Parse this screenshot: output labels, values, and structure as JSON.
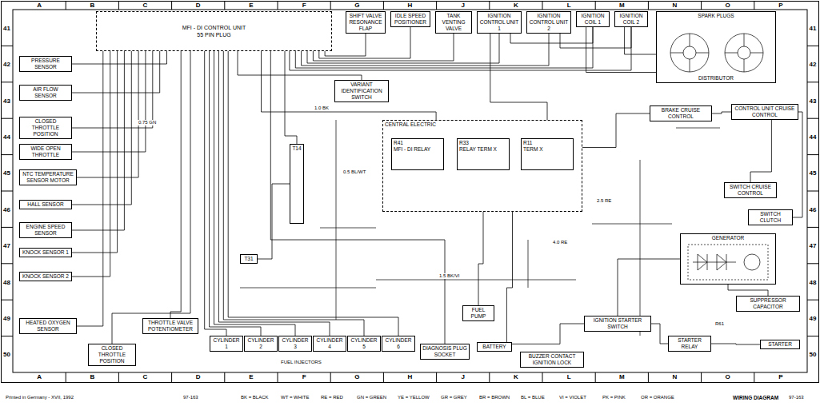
{
  "diagram": {
    "title": "WIRING DIAGRAM",
    "nodes": [
      {
        "text": [
          "MFI - DI CONTROL UNIT",
          "55 PIN PLUG"
        ]
      },
      {
        "text": [
          "PRESSURE SENSOR"
        ]
      },
      {
        "text": [
          "AIR FLOW SENSOR"
        ]
      },
      {
        "text": [
          "CLOSED THROTTLE POSITION"
        ]
      },
      {
        "text": [
          "WIDE OPEN THROTTLE"
        ]
      },
      {
        "text": [
          "NTC TEMPERATURE SENSOR MOTOR"
        ]
      },
      {
        "text": [
          "HALL SENSOR"
        ]
      },
      {
        "text": [
          "ENGINE SPEED SENSOR"
        ]
      },
      {
        "text": [
          "KNOCK SENSOR 1"
        ]
      },
      {
        "text": [
          "KNOCK SENSOR 2"
        ]
      },
      {
        "text": [
          "HEATED OXYGEN SENSOR"
        ]
      },
      {
        "text": [
          "SHIFT VALVE RESONANCE FLAP"
        ]
      },
      {
        "text": [
          "IDLE SPEED POSITIONER"
        ]
      },
      {
        "text": [
          "TANK VENTING VALVE"
        ]
      },
      {
        "text": [
          "IGNITION CONTROL UNIT 1"
        ]
      },
      {
        "text": [
          "IGNITION CONTROL UNIT 2"
        ]
      },
      {
        "text": [
          "IGNITION COIL 1"
        ]
      },
      {
        "text": [
          "IGNITION COIL 2"
        ]
      },
      {
        "text": [
          "SPARK PLUGS",
          "DISTRIBUTOR"
        ]
      },
      {
        "text": [
          "VARIANT IDENTIFICATION SWITCH"
        ]
      },
      {
        "text": [
          "CENTRAL ELECTRIC"
        ]
      },
      {
        "text": [
          "R41",
          "MFI - DI RELAY"
        ],
        "in": 20
      },
      {
        "text": [
          "R33",
          "RELAY TERM X"
        ],
        "in": 20
      },
      {
        "text": [
          "R11",
          "TERM X"
        ],
        "in": 20
      },
      {
        "text": [
          "BRAKE CRUISE CONTROL"
        ]
      },
      {
        "text": [
          "CONTROL UNIT CRUISE CONTROL"
        ]
      },
      {
        "text": [
          "SWITCH CRUISE CONTROL"
        ]
      },
      {
        "text": [
          "SWITCH CLUTCH"
        ]
      },
      {
        "text": [
          "GENERATOR"
        ]
      },
      {
        "text": [
          "SUPPRESSOR CAPACITOR"
        ]
      },
      {
        "text": [
          "STARTER"
        ]
      },
      {
        "text": [
          "STARTER RELAY"
        ]
      },
      {
        "text": [
          "IGNITION STARTER SWITCH"
        ]
      },
      {
        "text": [
          "BATTERY"
        ]
      },
      {
        "text": [
          "BUZZER CONTACT IGNITION LOCK"
        ]
      },
      {
        "text": [
          "FUEL PUMP"
        ]
      },
      {
        "text": [
          "DIAGNOSIS PLUG SOCKET"
        ]
      },
      {
        "text": [
          "CYLINDER 1"
        ]
      },
      {
        "text": [
          "CYLINDER 2"
        ]
      },
      {
        "text": [
          "CYLINDER 3"
        ]
      },
      {
        "text": [
          "CYLINDER 4"
        ]
      },
      {
        "text": [
          "CYLINDER 5"
        ]
      },
      {
        "text": [
          "CYLINDER 6"
        ]
      },
      {
        "text": [
          "CLOSED THROTTLE POSITION"
        ]
      },
      {
        "text": [
          "THROTTLE VALVE POTENTIOMETER"
        ]
      },
      {
        "text": [
          "T14"
        ]
      },
      {
        "text": [
          "T31"
        ]
      }
    ],
    "edges": [
      {
        "from": 1,
        "to": 0,
        "arrow": "none"
      },
      {
        "from": 2,
        "to": 0,
        "arrow": "none"
      },
      {
        "from": 3,
        "to": 0,
        "arrow": "none"
      },
      {
        "from": 4,
        "to": 0,
        "arrow": "none"
      },
      {
        "from": 5,
        "to": 0,
        "arrow": "none"
      },
      {
        "from": 6,
        "to": 0,
        "arrow": "none"
      },
      {
        "from": 7,
        "to": 0,
        "arrow": "none"
      },
      {
        "from": 8,
        "to": 0,
        "arrow": "none"
      },
      {
        "from": 9,
        "to": 0,
        "arrow": "none"
      },
      {
        "from": 10,
        "to": 0,
        "arrow": "none"
      },
      {
        "from": 44,
        "to": 0,
        "arrow": "none"
      },
      {
        "from": 43,
        "to": 0,
        "arrow": "none"
      },
      {
        "from": 11,
        "to": 0,
        "arrow": "none"
      },
      {
        "from": 12,
        "to": 0,
        "arrow": "none"
      },
      {
        "from": 13,
        "to": 0,
        "arrow": "none"
      },
      {
        "from": 14,
        "to": 0,
        "arrow": "none"
      },
      {
        "from": 15,
        "to": 0,
        "arrow": "none"
      },
      {
        "from": 16,
        "to": 0,
        "arrow": "none"
      },
      {
        "from": 17,
        "to": 0,
        "arrow": "none"
      },
      {
        "from": 14,
        "to": 16,
        "arrow": "none"
      },
      {
        "from": 15,
        "to": 17,
        "arrow": "none"
      },
      {
        "from": 16,
        "to": 18,
        "arrow": "none"
      },
      {
        "from": 17,
        "to": 18,
        "arrow": "none"
      },
      {
        "from": 19,
        "to": 0,
        "arrow": "none"
      },
      {
        "from": 21,
        "to": 0,
        "arrow": "none"
      },
      {
        "from": 23,
        "to": 14,
        "arrow": "none"
      },
      {
        "from": 22,
        "to": 35,
        "arrow": "none"
      },
      {
        "from": 20,
        "to": 33,
        "arrow": "none"
      },
      {
        "from": 33,
        "to": 32,
        "arrow": "none"
      },
      {
        "from": 32,
        "to": 31,
        "arrow": "none"
      },
      {
        "from": 31,
        "to": 30,
        "arrow": "none"
      },
      {
        "from": 28,
        "to": 32,
        "arrow": "none"
      },
      {
        "from": 29,
        "to": 28,
        "arrow": "none"
      },
      {
        "from": 20,
        "to": 24,
        "arrow": "none"
      },
      {
        "from": 24,
        "to": 25,
        "arrow": "none"
      },
      {
        "from": 26,
        "to": 25,
        "arrow": "none"
      },
      {
        "from": 27,
        "to": 25,
        "arrow": "none"
      },
      {
        "from": 45,
        "to": 0,
        "arrow": "none"
      },
      {
        "from": 46,
        "to": 45,
        "arrow": "none"
      },
      {
        "from": 36,
        "to": 0,
        "arrow": "none"
      },
      {
        "from": 37,
        "to": 0,
        "arrow": "none"
      },
      {
        "from": 38,
        "to": 0,
        "arrow": "none"
      },
      {
        "from": 39,
        "to": 0,
        "arrow": "none"
      },
      {
        "from": 40,
        "to": 0,
        "arrow": "none"
      },
      {
        "from": 41,
        "to": 0,
        "arrow": "none"
      },
      {
        "from": 42,
        "to": 0,
        "arrow": "none"
      }
    ],
    "labels": [
      "A",
      "B",
      "C",
      "D",
      "E",
      "F",
      "G",
      "H",
      "J",
      "K",
      "L",
      "M",
      "N",
      "O",
      "P",
      "A",
      "B",
      "C",
      "D",
      "E",
      "F",
      "G",
      "H",
      "J",
      "K",
      "L",
      "M",
      "N",
      "O",
      "P",
      "41",
      "42",
      "43",
      "44",
      "45",
      "46",
      "47",
      "48",
      "49",
      "50",
      "41",
      "42",
      "43",
      "44",
      "45",
      "46",
      "47",
      "48",
      "49",
      "50",
      "Printed in Germany - XVII, 1992",
      "97-163",
      "BK = BLACK",
      "WT = WHITE",
      "RE = RED",
      "GN = GREEN",
      "YE = YELLOW",
      "GR = GREY",
      "BR = BROWN",
      "BL = BLUE",
      "VI = VIOLET",
      "PK = PINK",
      "OR = ORANGE",
      "97-163",
      "FUEL INJECTORS",
      "R61",
      "1.0 BK",
      "2.5 RE",
      "1.5 BK/VI",
      "4.0 RE",
      "0.5 BL/WT",
      "0.75 GN"
    ]
  }
}
